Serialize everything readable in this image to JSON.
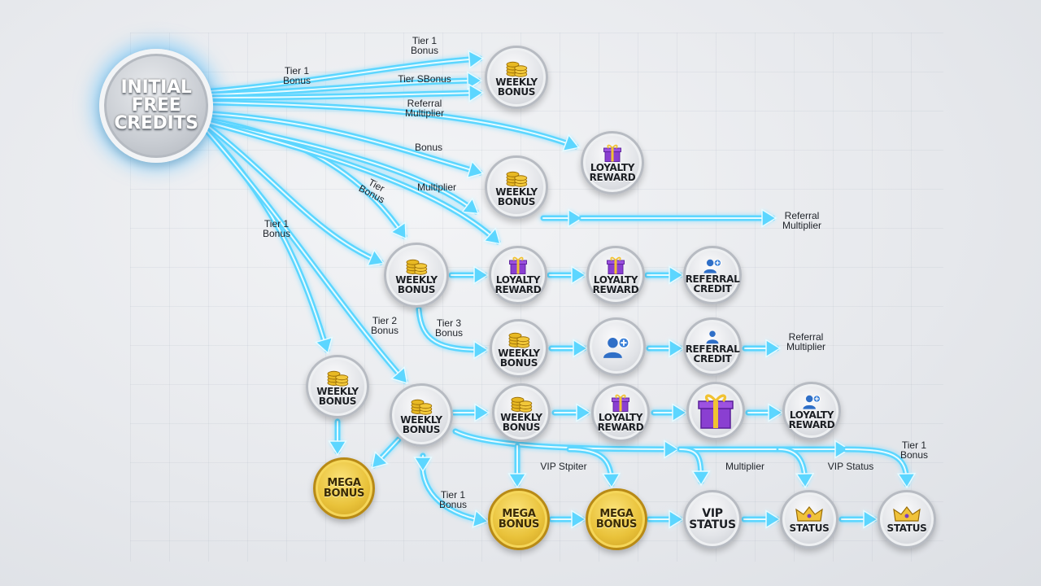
{
  "colors": {
    "arrow": "#5cd6ff",
    "arrow_glow": "#9ee8ff",
    "gold": "#e9c23a",
    "silver": "#dfe1e5",
    "gift_purple": "#8a3fd1",
    "user_blue": "#2f6fc7"
  },
  "start": {
    "label": "INITIAL\nFREE\nCREDITS"
  },
  "nodes": [
    {
      "id": "weekly-1",
      "type": "silver",
      "icon": "coins-icon",
      "label": "WEEKLY\nBONUS"
    },
    {
      "id": "loyalty-1",
      "type": "silver",
      "icon": "gift-icon",
      "label": "LOYALTY\nREWARD"
    },
    {
      "id": "weekly-2",
      "type": "silver",
      "icon": "coins-icon",
      "label": "WEEKLY\nBONUS"
    },
    {
      "id": "weekly-3",
      "type": "silver",
      "icon": "coins-icon",
      "label": "WEEKLY\nBONUS"
    },
    {
      "id": "loyalty-2",
      "type": "silver",
      "icon": "gift-icon",
      "label": "LOYALTY\nREWARD"
    },
    {
      "id": "loyalty-3",
      "type": "silver",
      "icon": "gift-icon",
      "label": "LOYALTY\nREWARD"
    },
    {
      "id": "referral-1",
      "type": "silver",
      "icon": "user-plus-icon",
      "label": "REFERRAL\nCREDIT"
    },
    {
      "id": "weekly-4",
      "type": "silver",
      "icon": "coins-icon",
      "label": "WEEKLY\nBONUS"
    },
    {
      "id": "user-plus",
      "type": "silver",
      "icon": "user-plus-icon",
      "label": ""
    },
    {
      "id": "referral-2",
      "type": "silver",
      "icon": "user-icon",
      "label": "REFERRAL\nCREDIT"
    },
    {
      "id": "weekly-5",
      "type": "silver",
      "icon": "coins-icon",
      "label": "WEEKLY\nBONUS"
    },
    {
      "id": "weekly-6",
      "type": "silver",
      "icon": "coins-icon",
      "label": "WEEKLY\nBONUS"
    },
    {
      "id": "weekly-7",
      "type": "silver",
      "icon": "coins-icon",
      "label": "WEEKLY\nBONUS"
    },
    {
      "id": "loyalty-4",
      "type": "silver",
      "icon": "gift-icon",
      "label": "LOYALTY\nREWARD"
    },
    {
      "id": "gift-big",
      "type": "silver",
      "icon": "gift-big-icon",
      "label": ""
    },
    {
      "id": "loyalty-5",
      "type": "silver",
      "icon": "user-plus-icon",
      "label": "LOYALTY\nREWARD"
    },
    {
      "id": "mega-1",
      "type": "gold",
      "icon": "",
      "label": "MEGA\nBONUS"
    },
    {
      "id": "mega-2",
      "type": "gold",
      "icon": "",
      "label": "MEGA\nBONUS"
    },
    {
      "id": "mega-3",
      "type": "gold",
      "icon": "",
      "label": "MEGA\nBONUS"
    },
    {
      "id": "vip-status",
      "type": "silver",
      "icon": "",
      "label": "VIP\nSTATUS"
    },
    {
      "id": "status-1",
      "type": "silver",
      "icon": "crown-icon",
      "label": "STATUS"
    },
    {
      "id": "status-2",
      "type": "silver",
      "icon": "crown-icon",
      "label": "STATUS"
    }
  ],
  "edge_labels": [
    "Tier 1\nBonus",
    "Tier 1\nBonus",
    "Tier SBonus",
    "Referral\nMultiplier",
    "Bonus",
    "Tier\nBonus",
    "Multiplier",
    "Referral\nMultiplier",
    "Tier 1\nBonus",
    "Tier 2\nBonus",
    "Tier 3\nBonus",
    "Referral\nMultiplier",
    "VIP Stpiter",
    "Multiplier",
    "VIP Status",
    "Tier 1\nBonus",
    "Tier 1\nBonus"
  ]
}
